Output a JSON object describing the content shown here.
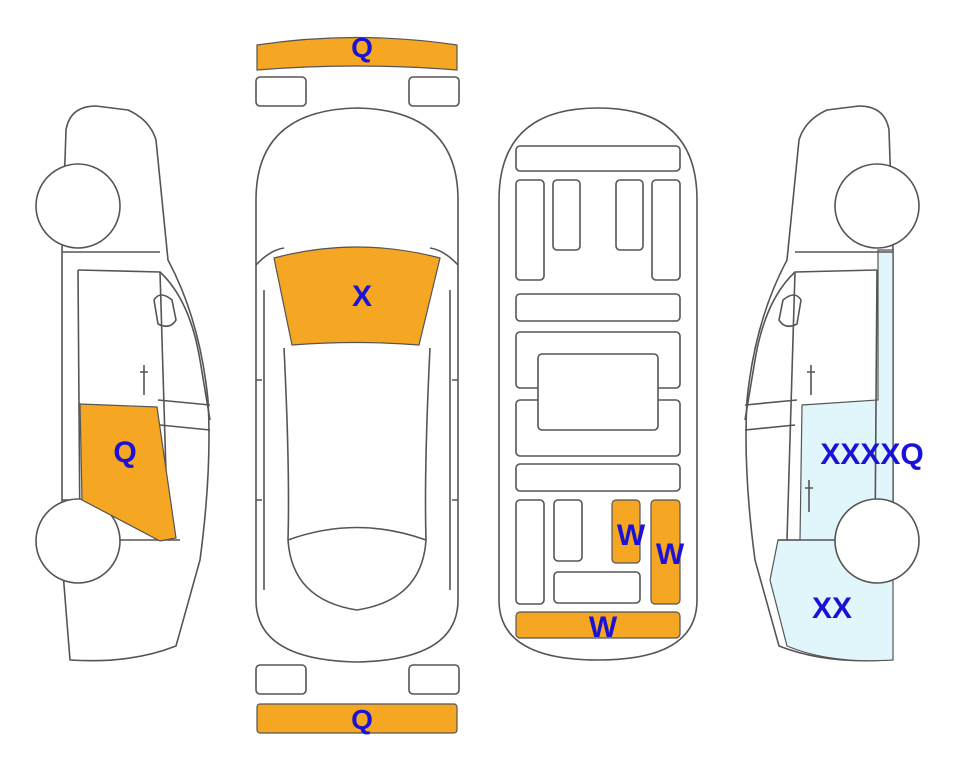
{
  "colors": {
    "damage_fill": "#f5a623",
    "light_fill": "#e0f6fb",
    "label": "#1a12d6",
    "outline": "#555555"
  },
  "marks": {
    "front_bumper": "Q",
    "rear_bumper": "Q",
    "windshield": "X",
    "left_front_door": "Q",
    "floor_panel_a": "W",
    "floor_panel_b": "W",
    "floor_rear_panel": "W",
    "right_side_cluster": "XXXXQ",
    "right_rear_quarter": "XX"
  }
}
